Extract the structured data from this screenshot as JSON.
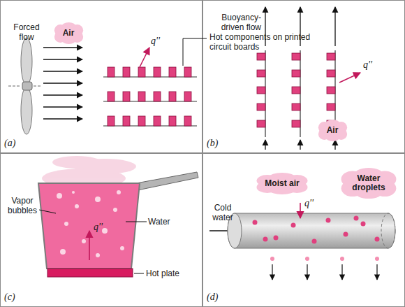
{
  "diagram": {
    "nodes": [
      {
        "text": [
          "Air"
        ]
      },
      {
        "text": [
          "Air"
        ]
      },
      {
        "text": [
          "Moist air"
        ]
      },
      {
        "text": [
          "Water droplets"
        ]
      }
    ],
    "labels": [
      "(a)",
      "Forced flow",
      "q''",
      "Hot components on printed circuit boards",
      "(b)",
      "Buoyancy-driven flow",
      "q''",
      "(c)",
      "Vapor bubbles",
      "Water",
      "q''",
      "Hot plate",
      "(d)",
      "q''",
      "Cold water"
    ]
  }
}
